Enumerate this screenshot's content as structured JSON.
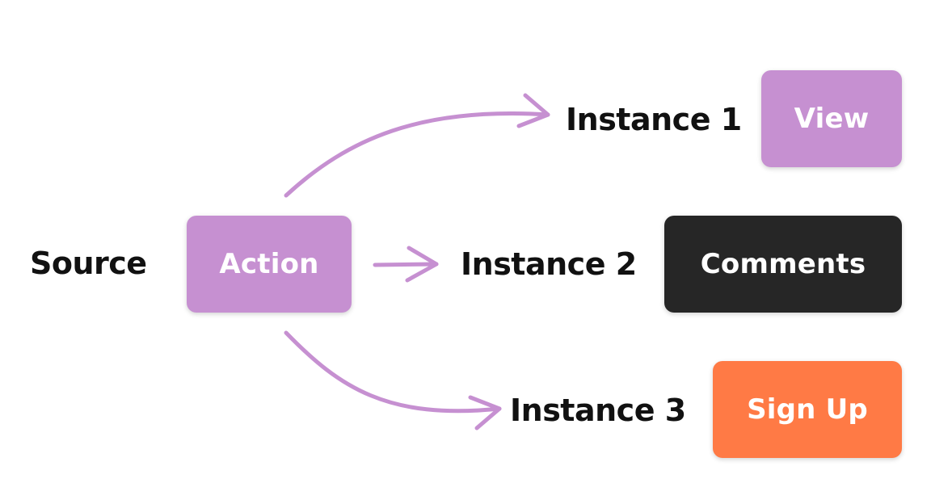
{
  "source": {
    "label": "Source",
    "chip_label": "Action",
    "chip_color": "#c690d1"
  },
  "instances": [
    {
      "label": "Instance 1",
      "chip_label": "View",
      "chip_color": "#c690d1"
    },
    {
      "label": "Instance 2",
      "chip_label": "Comments",
      "chip_color": "#262626"
    },
    {
      "label": "Instance 3",
      "chip_label": "Sign Up",
      "chip_color": "#ff7a45"
    }
  ],
  "arrow_color": "#c690d1"
}
